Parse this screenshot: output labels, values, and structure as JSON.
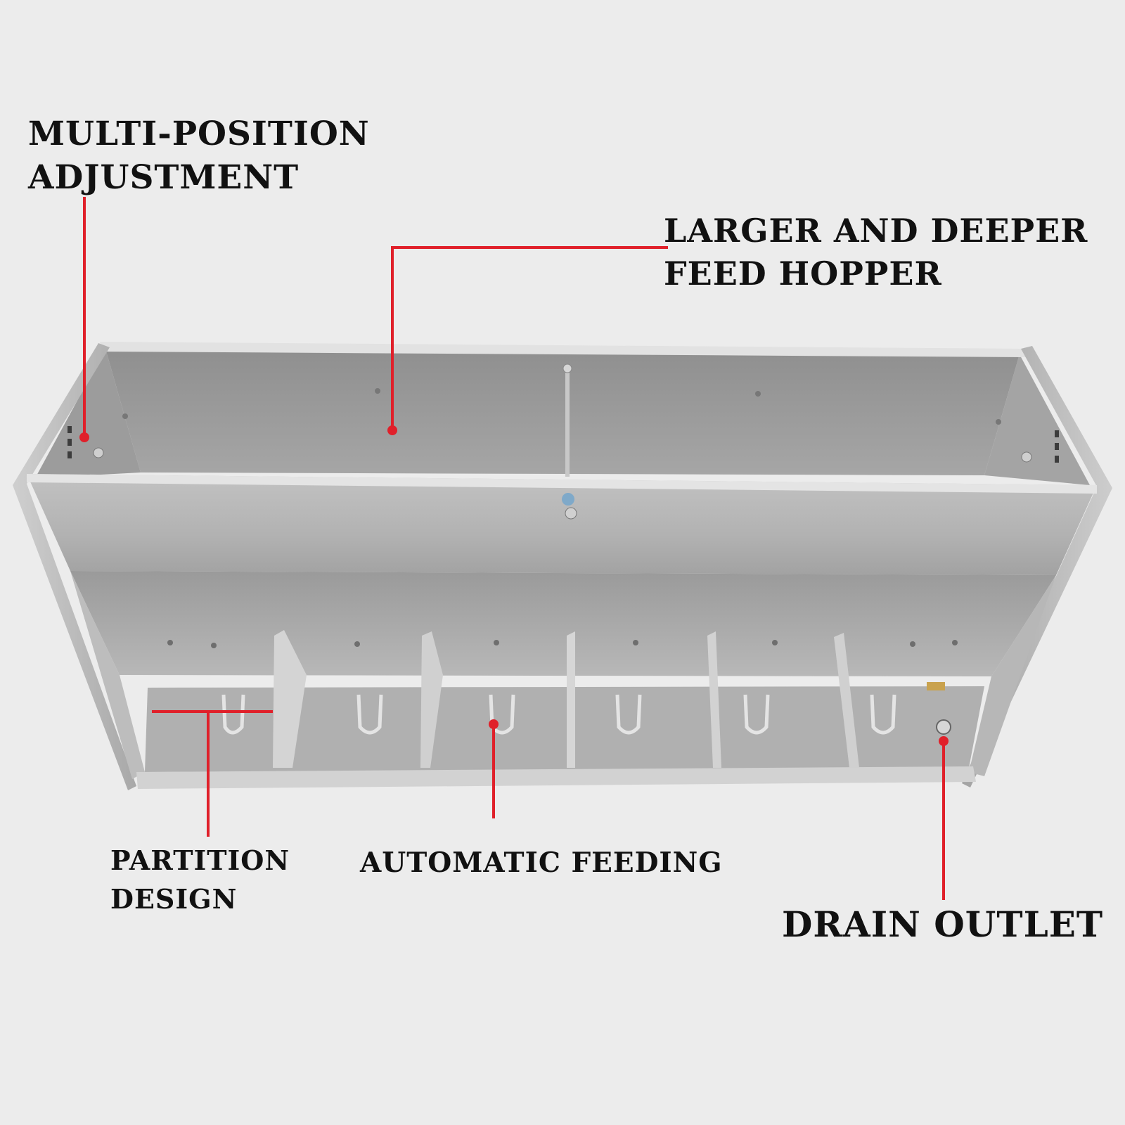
{
  "labels": {
    "multi_position": {
      "line1": "MULTI-POSITION",
      "line2": "ADJUSTMENT"
    },
    "hopper": {
      "line1": "LARGER AND DEEPER",
      "line2": "FEED HOPPER"
    },
    "partition": {
      "line1": "PARTITION",
      "line2": "DESIGN"
    },
    "automatic": {
      "line1": "AUTOMATIC FEEDING"
    },
    "drain": {
      "line1": "DRAIN OUTLET"
    }
  },
  "colors": {
    "background": "#ececec",
    "leader_line": "#e0202a",
    "steel_light": "#c9c9c9",
    "steel_mid": "#a9a9a9",
    "steel_dark": "#7d7d7d",
    "label_text": "#111111"
  }
}
